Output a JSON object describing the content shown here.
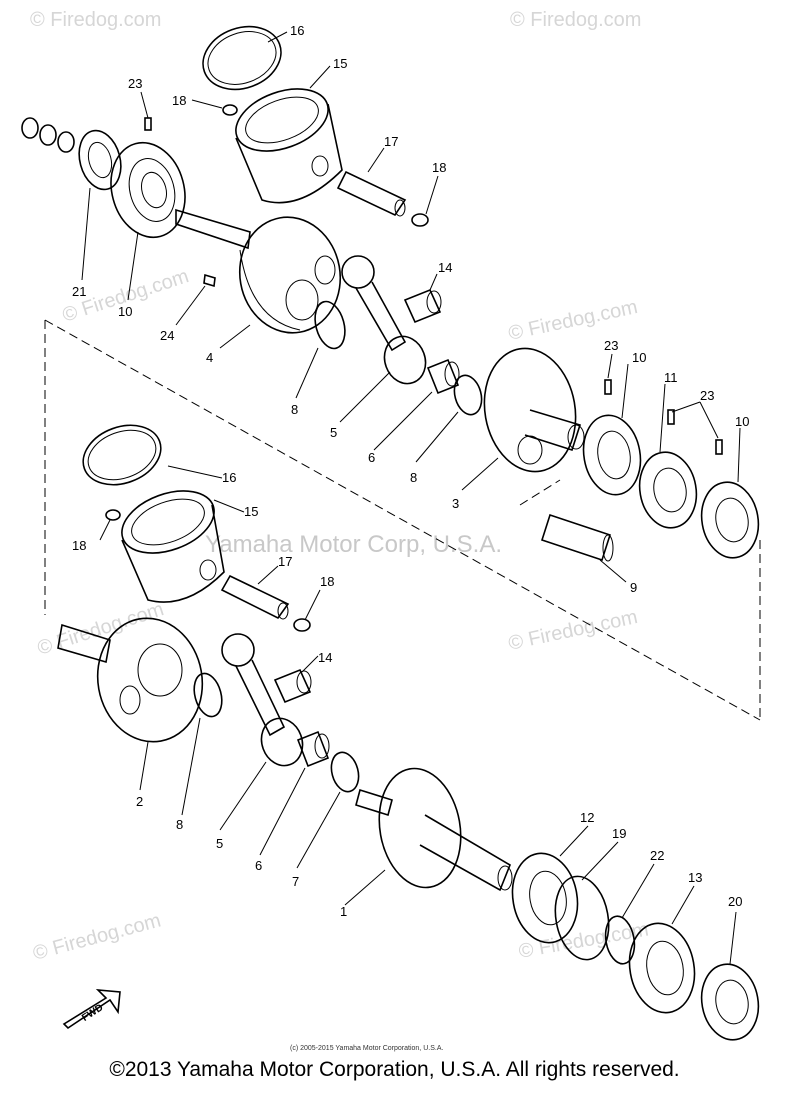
{
  "watermarks": {
    "tile": "© Firedog.com",
    "center": "Yamaha Motor Corp, U.S.A."
  },
  "parts": [
    {
      "id": "16a",
      "text": "16"
    },
    {
      "id": "15a",
      "text": "15"
    },
    {
      "id": "18a",
      "text": "18"
    },
    {
      "id": "23a",
      "text": "23"
    },
    {
      "id": "17a",
      "text": "17"
    },
    {
      "id": "18b",
      "text": "18"
    },
    {
      "id": "14a",
      "text": "14"
    },
    {
      "id": "21",
      "text": "21"
    },
    {
      "id": "10a",
      "text": "10"
    },
    {
      "id": "24",
      "text": "24"
    },
    {
      "id": "4",
      "text": "4"
    },
    {
      "id": "8a",
      "text": "8"
    },
    {
      "id": "5a",
      "text": "5"
    },
    {
      "id": "6a",
      "text": "6"
    },
    {
      "id": "8b",
      "text": "8"
    },
    {
      "id": "3",
      "text": "3"
    },
    {
      "id": "23b",
      "text": "23"
    },
    {
      "id": "10b",
      "text": "10"
    },
    {
      "id": "11",
      "text": "11"
    },
    {
      "id": "23c",
      "text": "23"
    },
    {
      "id": "10c",
      "text": "10"
    },
    {
      "id": "9",
      "text": "9"
    },
    {
      "id": "16b",
      "text": "16"
    },
    {
      "id": "15b",
      "text": "15"
    },
    {
      "id": "18c",
      "text": "18"
    },
    {
      "id": "17b",
      "text": "17"
    },
    {
      "id": "18d",
      "text": "18"
    },
    {
      "id": "14b",
      "text": "14"
    },
    {
      "id": "2",
      "text": "2"
    },
    {
      "id": "8c",
      "text": "8"
    },
    {
      "id": "5b",
      "text": "5"
    },
    {
      "id": "6b",
      "text": "6"
    },
    {
      "id": "7",
      "text": "7"
    },
    {
      "id": "1",
      "text": "1"
    },
    {
      "id": "12",
      "text": "12"
    },
    {
      "id": "19",
      "text": "19"
    },
    {
      "id": "22",
      "text": "22"
    },
    {
      "id": "13",
      "text": "13"
    },
    {
      "id": "20",
      "text": "20"
    }
  ],
  "fwd_label": "FWD",
  "fine_print": "(c) 2005-2015 Yamaha Motor Corporation, U.S.A.",
  "copyright": "©2013 Yamaha Motor Corporation, U.S.A. All rights reserved."
}
